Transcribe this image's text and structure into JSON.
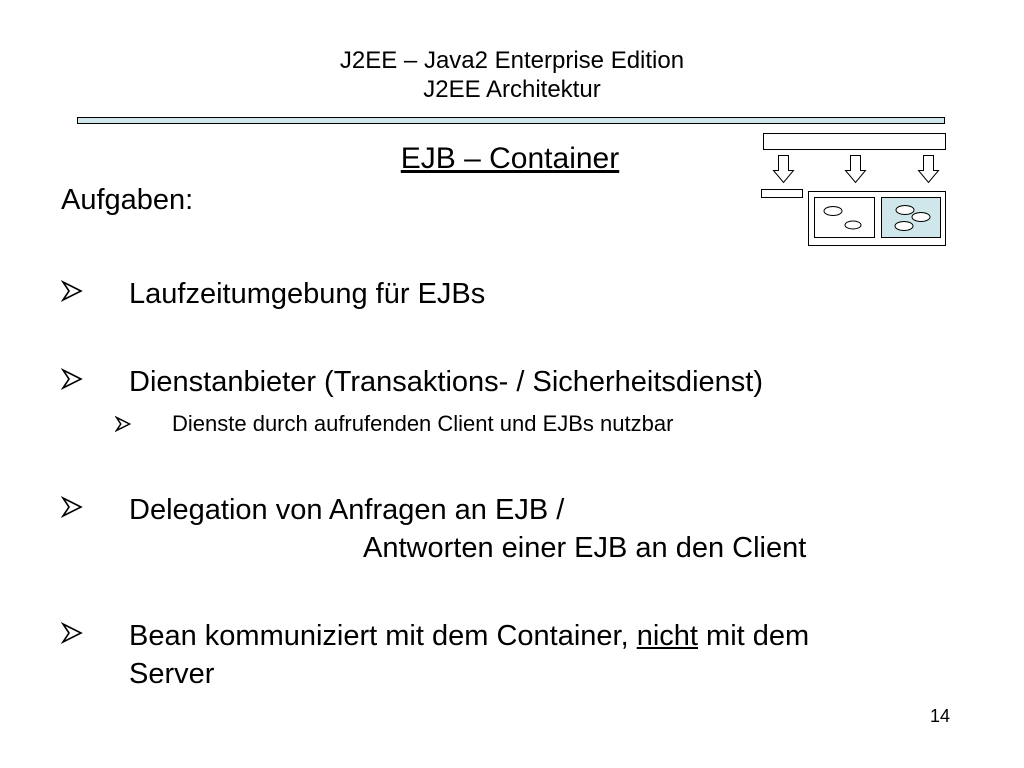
{
  "header": {
    "title_line1": "J2EE – Java2 Enterprise Edition",
    "title_line2": "J2EE Architektur"
  },
  "slide": {
    "subtitle": "EJB – Container",
    "heading": "Aufgaben:",
    "bullets": [
      {
        "text": "Laufzeitumgebung für EJBs"
      },
      {
        "text": "Dienstanbieter (Transaktions- / Sicherheitsdienst)"
      },
      {
        "text": "Dienste durch aufrufenden Client und EJBs nutzbar"
      },
      {
        "line1": "Delegation von Anfragen an EJB /",
        "line2": "Antworten einer EJB an den Client"
      },
      {
        "before": "Bean kommuniziert mit dem Container, ",
        "emphasis": "nicht",
        "after": " mit dem",
        "line2": "Server"
      }
    ],
    "page_number": "14"
  },
  "colors": {
    "accent": "#cfe6ea",
    "border": "#000000"
  },
  "icons": {
    "bullet": "arrowhead-bullet-icon",
    "diagram": "ejb-container-diagram"
  }
}
